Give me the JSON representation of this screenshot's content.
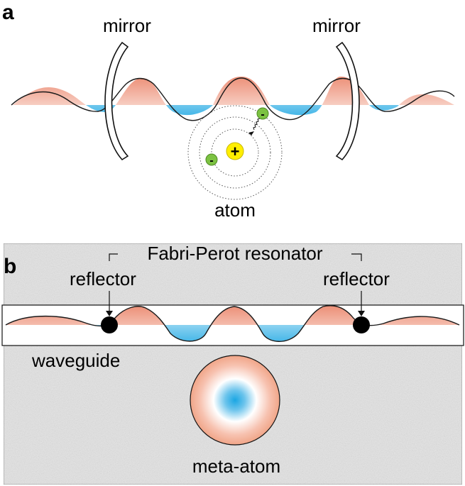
{
  "panel_a": {
    "letter": "a",
    "mirror_left_label": "mirror",
    "mirror_right_label": "mirror",
    "atom_label": "atom",
    "nucleus_sign": "+",
    "electron_sign": "-"
  },
  "panel_b": {
    "letter": "b",
    "resonator_label": "Fabri-Perot resonator",
    "reflector_left_label": "reflector",
    "reflector_right_label": "reflector",
    "waveguide_label": "waveguide",
    "meta_atom_label": "meta-atom"
  },
  "colors": {
    "wave_positive": "#ec8f77",
    "wave_negative": "#46b7e8",
    "electron": "#7cc242",
    "nucleus": "#ffee00",
    "substrate": "#e6e6e6",
    "reflector": "#000000"
  },
  "icons": {
    "nucleus": "plus-circle-icon",
    "electron": "minus-circle-icon",
    "reflector": "filled-circle-icon"
  }
}
